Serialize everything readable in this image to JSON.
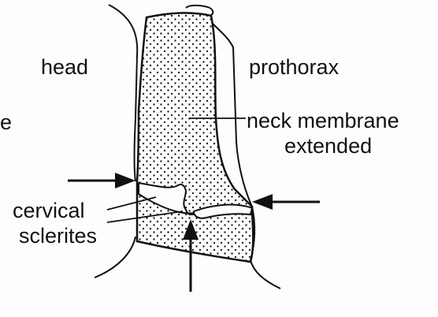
{
  "labels": {
    "head": "head",
    "prothorax": "prothorax",
    "cut_letter": "e",
    "neck_membrane_line1": "neck membrane",
    "neck_membrane_line2": "extended",
    "cervical_line1": "cervical",
    "cervical_line2": "sclerites"
  },
  "colors": {
    "line": "#111111",
    "background": "#fdfdfd",
    "stipple": "#222222"
  }
}
